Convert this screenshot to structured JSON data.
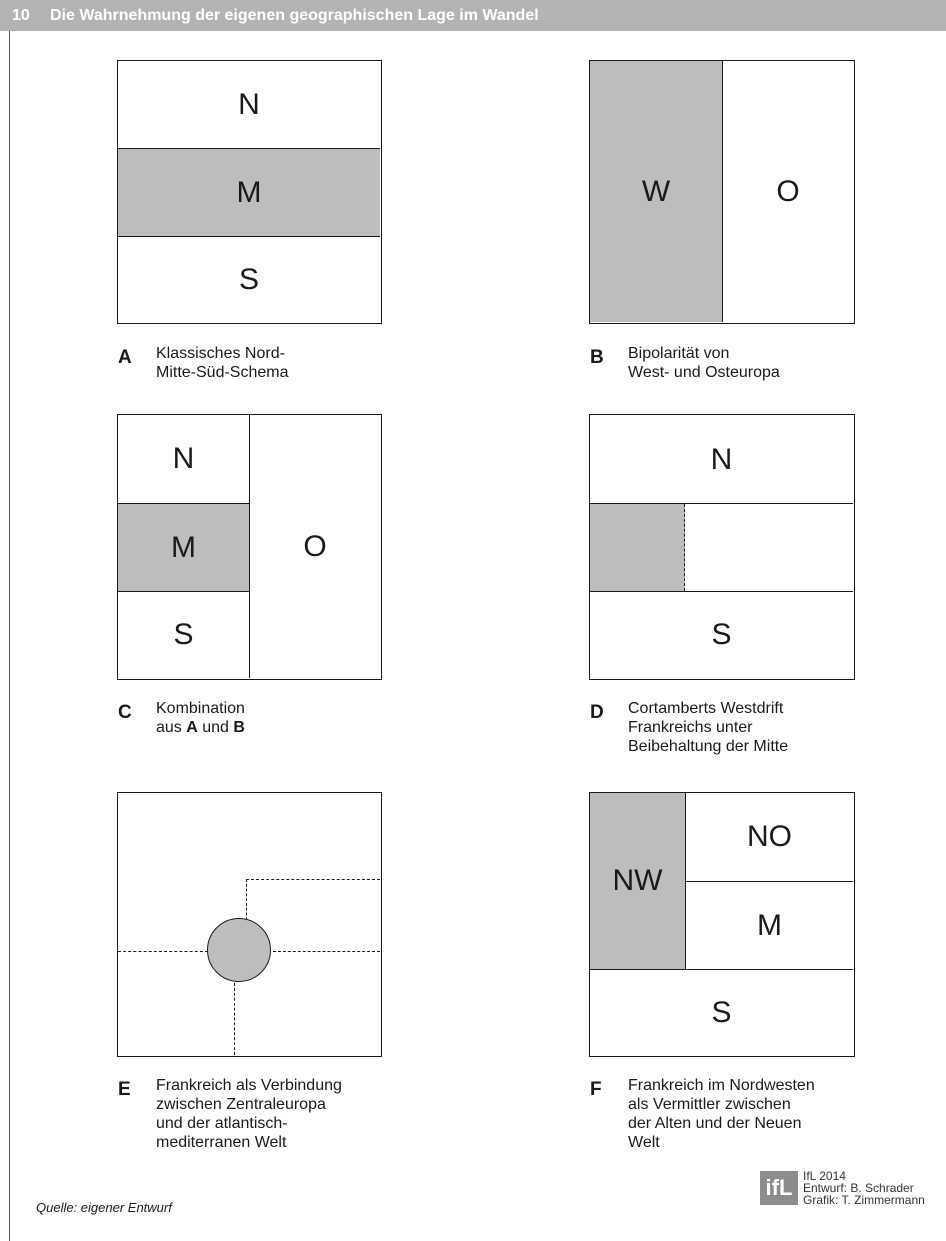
{
  "header": {
    "number": "10",
    "title": "Die Wahrnehmung der eigenen geographischen Lage im Wandel"
  },
  "panels": {
    "A": {
      "labels": [
        "N",
        "M",
        "S"
      ],
      "letter": "A",
      "caption": "Klassisches Nord-\nMitte-Süd-Schema"
    },
    "B": {
      "labels": [
        "W",
        "O"
      ],
      "letter": "B",
      "caption": "Bipolarität von\nWest- und Osteuropa"
    },
    "C": {
      "labels": [
        "N",
        "M",
        "S",
        "O"
      ],
      "letter": "C",
      "caption_prefix": "Kombination\naus ",
      "caption_a": "A",
      "caption_mid": " und ",
      "caption_b": "B"
    },
    "D": {
      "labels": [
        "N",
        "S"
      ],
      "letter": "D",
      "caption": "Cortamberts Westdrift\nFrankreichs unter\nBeibehaltung der Mitte"
    },
    "E": {
      "letter": "E",
      "caption": "Frankreich als Verbindung\nzwischen Zentraleuropa\nund der atlantisch-\nmediterranen Welt"
    },
    "F": {
      "labels": [
        "NW",
        "NO",
        "M",
        "S"
      ],
      "letter": "F",
      "caption": "Frankreich im Nordwesten\nals Vermittler zwischen\nder Alten und der Neuen\nWelt"
    }
  },
  "footer": {
    "source": "Quelle: eigener Entwurf",
    "logo": "ifL",
    "credits": [
      "IfL 2014",
      "Entwurf: B. Schrader",
      "Grafik: T. Zimmermann"
    ]
  },
  "colors": {
    "highlight": "#bdbdbd",
    "header_bg": "#b3b3b3"
  }
}
